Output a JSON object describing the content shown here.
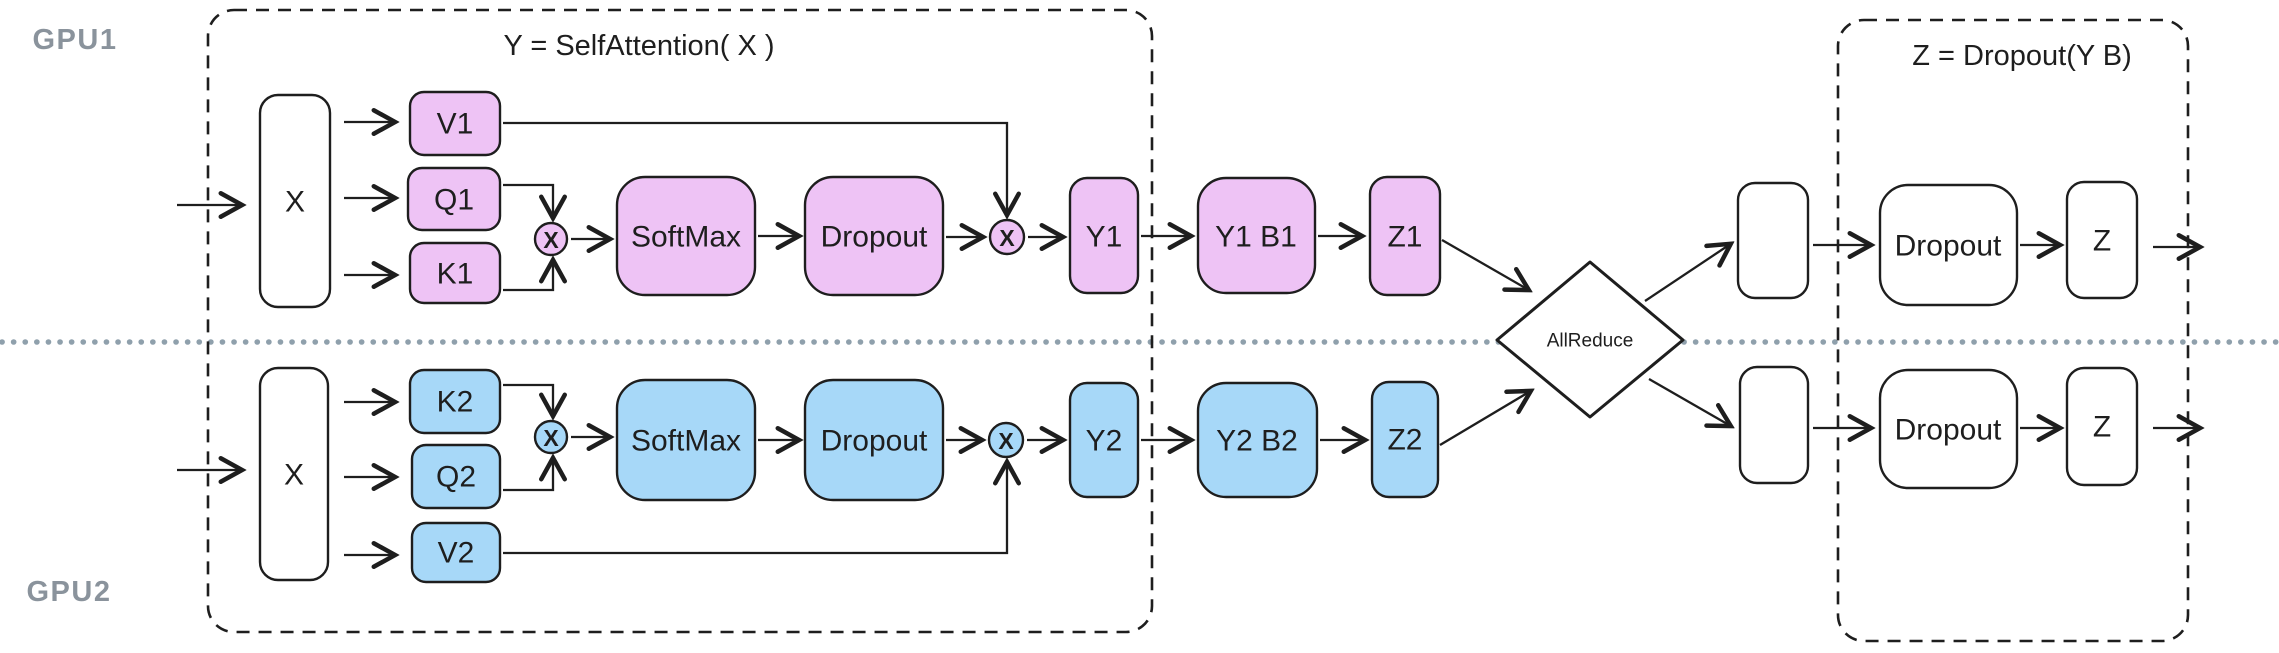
{
  "labels": {
    "gpu1": "GPU1",
    "gpu2": "GPU2"
  },
  "panels": {
    "self_attention": {
      "title": "Y = SelfAttention( X )"
    },
    "dropout": {
      "title": "Z = Dropout(Y B)"
    }
  },
  "allreduce": {
    "label": "AllReduce"
  },
  "gpu1": {
    "input": "X",
    "v": "V1",
    "q": "Q1",
    "k": "K1",
    "multiply1": "X",
    "softmax": "SoftMax",
    "dropout": "Dropout",
    "multiply2": "X",
    "y": "Y1",
    "yb": "Y1 B1",
    "z": "Z1",
    "out_dropout": "Dropout",
    "out_z": "Z"
  },
  "gpu2": {
    "input": "X",
    "k": "K2",
    "q": "Q2",
    "v": "V2",
    "multiply1": "X",
    "softmax": "SoftMax",
    "dropout": "Dropout",
    "multiply2": "X",
    "y": "Y2",
    "yb": "Y2 B2",
    "z": "Z2",
    "out_dropout": "Dropout",
    "out_z": "Z"
  },
  "colors": {
    "pink": "#eec3f5",
    "blue": "#a7d8f8",
    "stroke": "#1e1e1e",
    "gpu_label_gray": "#8a939c",
    "dotted_divider_gray": "#8fa0ac",
    "background": "#ffffff"
  }
}
